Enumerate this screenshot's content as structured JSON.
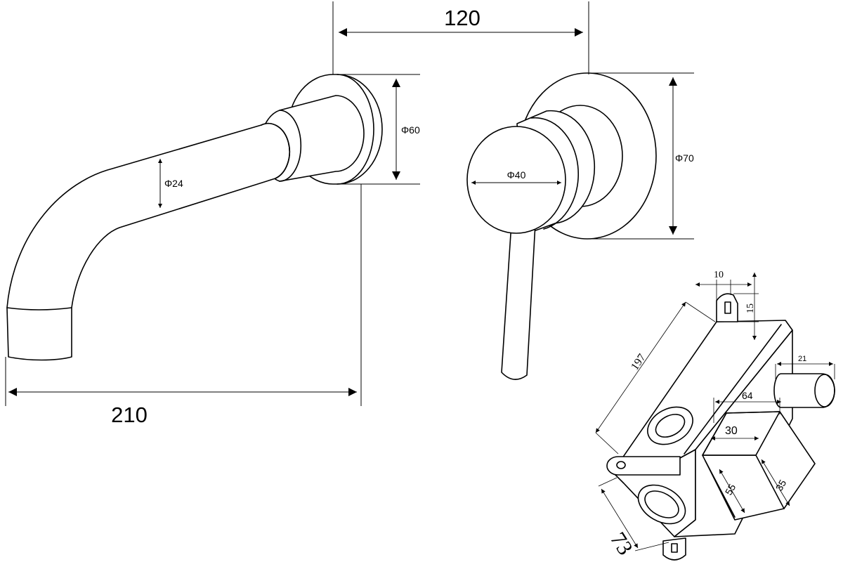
{
  "dimensions": {
    "center_spacing": "120",
    "spout_length": "210",
    "spout_plate_dia": "Φ60",
    "spout_pipe_dia": "Φ24",
    "mixer_plate_dia": "Φ70",
    "handle_dia": "Φ40",
    "box_lug_width": "10",
    "box_lug_height": "15",
    "box_length": "197",
    "box_spindle": "21",
    "box_cover_width": "64",
    "box_cover_inner": "30",
    "box_depth": "73",
    "box_cover_depth": "55",
    "box_cover_height": "35"
  }
}
